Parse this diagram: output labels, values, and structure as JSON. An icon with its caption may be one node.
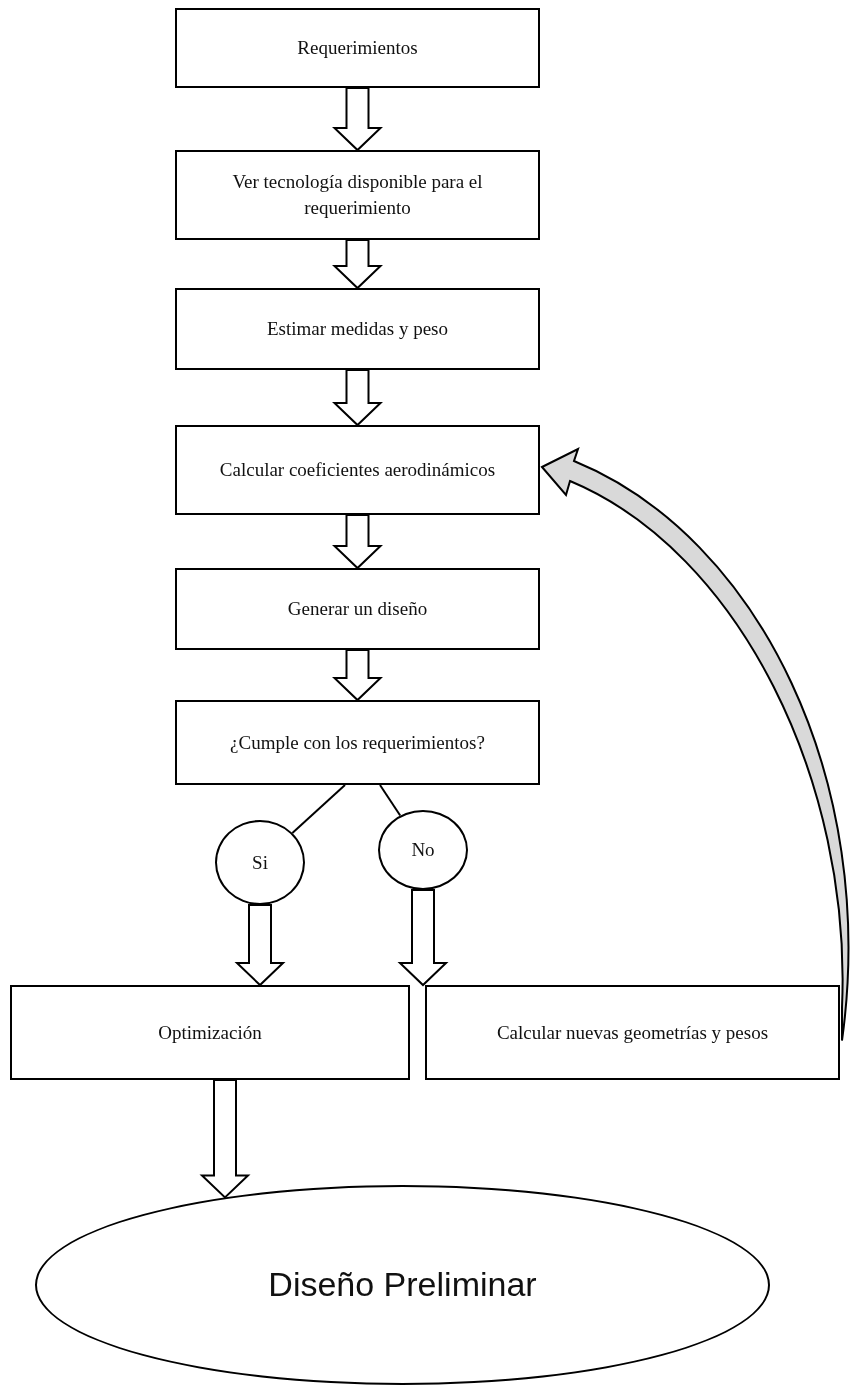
{
  "diagram": {
    "nodes": [
      {
        "text": [
          "Requerimientos"
        ]
      },
      {
        "text": [
          "Ver tecnología disponible para el requerimiento"
        ]
      },
      {
        "text": [
          "Estimar medidas y peso"
        ]
      },
      {
        "text": [
          "Calcular coeficientes aerodinámicos"
        ]
      },
      {
        "text": [
          "Generar un diseño"
        ]
      },
      {
        "text": [
          "¿Cumple con los requerimientos?"
        ]
      },
      {
        "text": [
          "Si"
        ]
      },
      {
        "text": [
          "No"
        ]
      },
      {
        "text": [
          "Optimización"
        ]
      },
      {
        "text": [
          "Calcular nuevas geometrías y pesos"
        ]
      },
      {
        "text": [
          "Diseño Preliminar"
        ]
      }
    ],
    "edges": [
      {
        "from": 0,
        "to": 1,
        "arrow": "to"
      },
      {
        "from": 1,
        "to": 2,
        "arrow": "to"
      },
      {
        "from": 2,
        "to": 3,
        "arrow": "to"
      },
      {
        "from": 3,
        "to": 4,
        "arrow": "to"
      },
      {
        "from": 4,
        "to": 5,
        "arrow": "to"
      },
      {
        "from": 5,
        "to": 6,
        "arrow": "none"
      },
      {
        "from": 5,
        "to": 7,
        "arrow": "none"
      },
      {
        "from": 6,
        "to": 8,
        "arrow": "to"
      },
      {
        "from": 7,
        "to": 9,
        "arrow": "to"
      },
      {
        "from": 8,
        "to": 10,
        "arrow": "to"
      },
      {
        "from": 9,
        "to": 3,
        "arrow": "to",
        "color": "#d9d9d9"
      }
    ]
  }
}
